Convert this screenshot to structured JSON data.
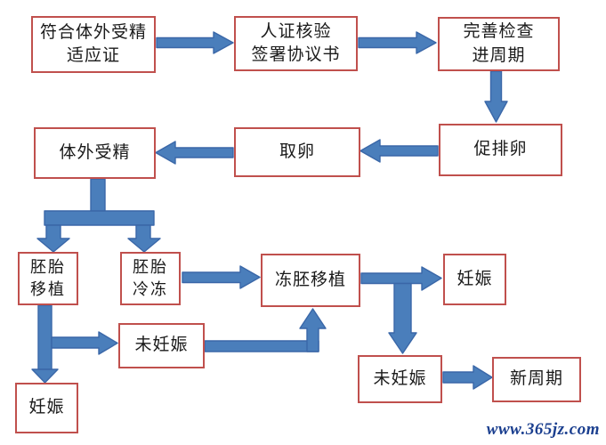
{
  "nodes": {
    "indication": {
      "label": "符合体外受精\n适应证"
    },
    "verify": {
      "label": "人证核验\n签署协议书"
    },
    "exam": {
      "label": "完善检查\n进周期"
    },
    "ovulation": {
      "label": "促排卵"
    },
    "retrieval": {
      "label": "取卵"
    },
    "ivf": {
      "label": "体外受精"
    },
    "embryo_transfer": {
      "label": "胚胎\n移植"
    },
    "embryo_freeze": {
      "label": "胚胎\n冷冻"
    },
    "frozen_transfer": {
      "label": "冻胚移植"
    },
    "pregnancy_after_frozen": {
      "label": "妊娠"
    },
    "not_pregnant_fresh": {
      "label": "未妊娠"
    },
    "pregnancy_fresh": {
      "label": "妊娠"
    },
    "not_pregnant_frozen": {
      "label": "未妊娠"
    },
    "new_cycle": {
      "label": "新周期"
    }
  },
  "edges": [
    {
      "from": "indication",
      "to": "verify"
    },
    {
      "from": "verify",
      "to": "exam"
    },
    {
      "from": "exam",
      "to": "ovulation"
    },
    {
      "from": "ovulation",
      "to": "retrieval"
    },
    {
      "from": "retrieval",
      "to": "ivf"
    },
    {
      "from": "ivf",
      "to": "embryo_transfer"
    },
    {
      "from": "ivf",
      "to": "embryo_freeze"
    },
    {
      "from": "embryo_freeze",
      "to": "frozen_transfer"
    },
    {
      "from": "frozen_transfer",
      "to": "pregnancy_after_frozen"
    },
    {
      "from": "frozen_transfer",
      "to": "not_pregnant_frozen"
    },
    {
      "from": "not_pregnant_frozen",
      "to": "new_cycle"
    },
    {
      "from": "embryo_transfer",
      "to": "not_pregnant_fresh"
    },
    {
      "from": "embryo_transfer",
      "to": "pregnancy_fresh"
    },
    {
      "from": "not_pregnant_fresh",
      "to": "frozen_transfer"
    }
  ],
  "watermark": {
    "text": "www.365jz.com"
  },
  "colors": {
    "box_border": "#c0504d",
    "box_fill": "#ffffff",
    "arrow_fill": "#4a7ebb",
    "arrow_stroke": "#3a67a8",
    "text": "#1a1a1a",
    "watermark": "#1b3f8f"
  }
}
